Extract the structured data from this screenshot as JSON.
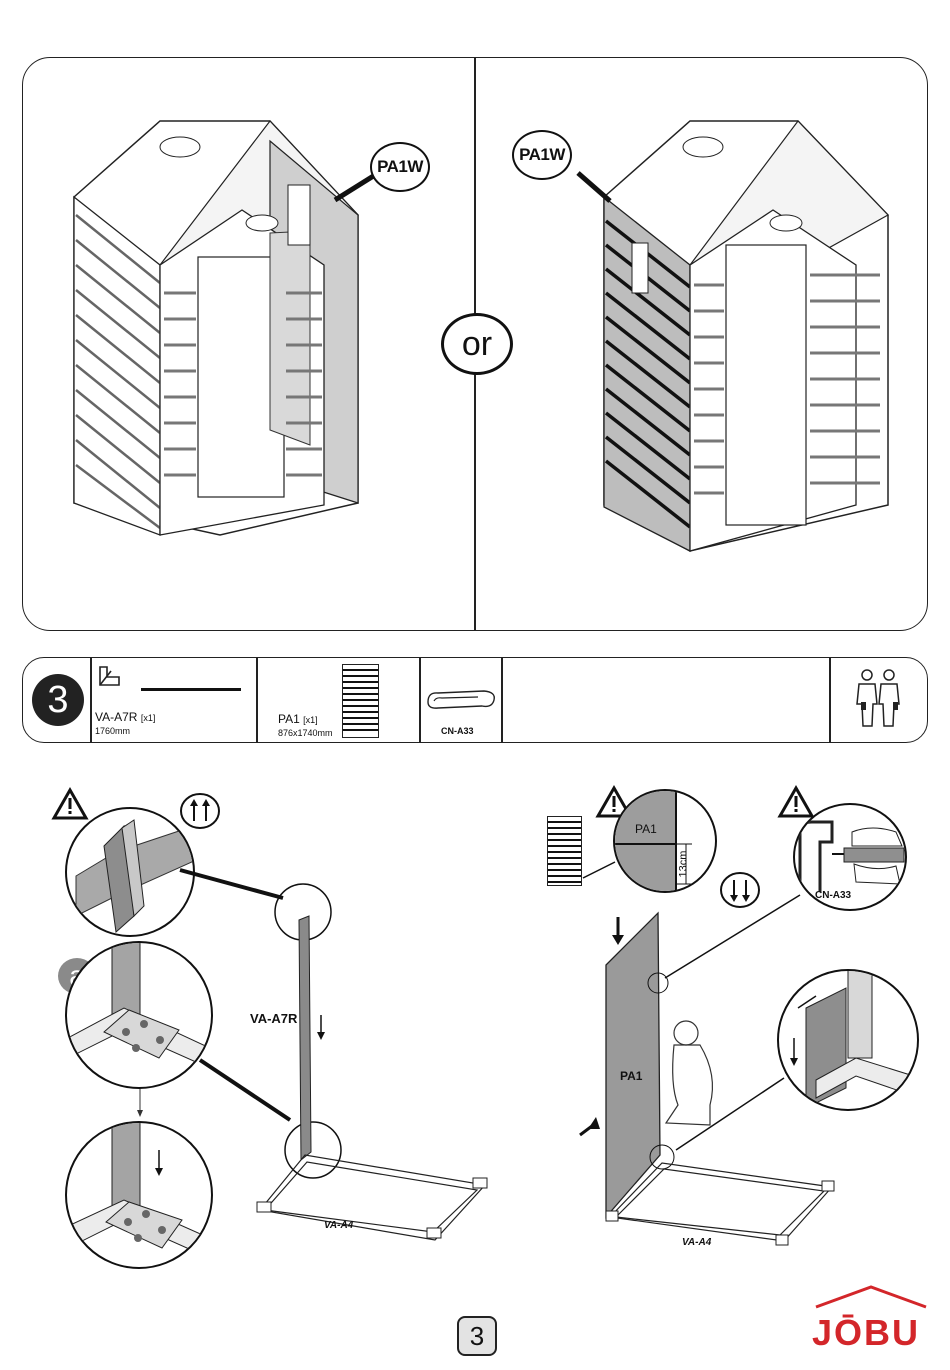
{
  "top": {
    "left_callout": "PA1W",
    "right_callout": "PA1W",
    "or_label": "or"
  },
  "step": {
    "number": "3",
    "rail_code": "VA-A7R",
    "rail_qty": "[x1]",
    "rail_length": "1760mm",
    "panel_code": "PA1",
    "panel_qty": "[x1]",
    "panel_size": "876x1740mm",
    "clip_code": "CN-A33",
    "people_icon": "two-people-icon"
  },
  "left_figure": {
    "circle_label": "a",
    "rail_label": "VA-A7R",
    "base_label": "VA-A4"
  },
  "right_figure": {
    "panel_zoom_label": "PA1",
    "measure_label": "13cm",
    "clip_label": "CN-A33",
    "panel_label": "PA1",
    "base_label": "VA-A4"
  },
  "footer": {
    "page_number": "3",
    "brand": "JŌBU",
    "brand_color": "#d3262a"
  }
}
